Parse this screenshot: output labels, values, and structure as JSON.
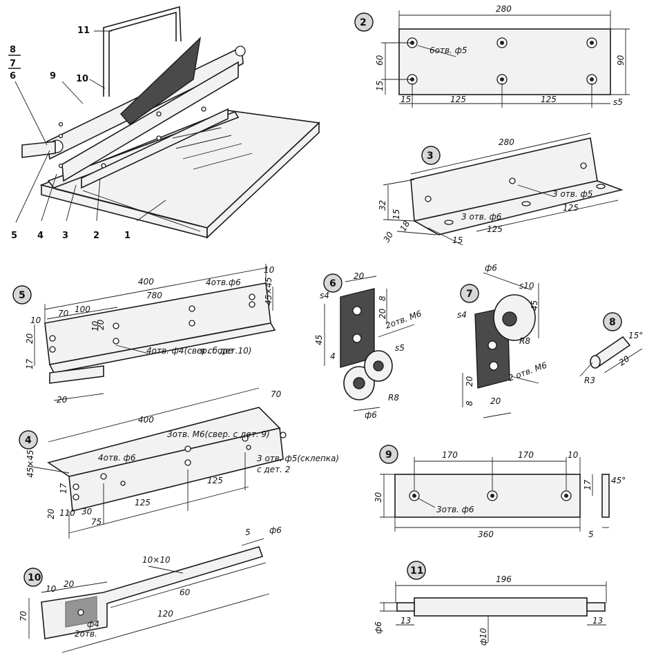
{
  "assembly": {
    "callouts": [
      "1",
      "2",
      "3",
      "4",
      "5",
      "6",
      "7",
      "8",
      "9",
      "10",
      "11"
    ]
  },
  "parts": {
    "p2": {
      "num": "2",
      "dims": {
        "len": "280",
        "h": "90",
        "a": "60",
        "b": "15",
        "c": "15",
        "d1": "125",
        "d2": "125"
      },
      "note": "6отв. ф5",
      "thick": "s5"
    },
    "p3": {
      "num": "3",
      "dims": {
        "len": "280",
        "h": "32",
        "w": "30",
        "e": "15",
        "f": "18",
        "g": "15",
        "d1": "125",
        "d2": "125"
      },
      "note1": "3 отв. ф5",
      "note2": "3 отв. ф6"
    },
    "p5": {
      "num": "5",
      "dims": {
        "len": "400",
        "d780": "780",
        "d70": "70",
        "d100": "100",
        "d10a": "10",
        "d10b": "10",
        "d20a": "20",
        "d20b": "20",
        "d17": "17",
        "d20c": "20",
        "d45": "45×45",
        "d10c": "10"
      },
      "note1": "4отв.ф6",
      "note2": "4отв. ф4(свер. с дет.10)",
      "note3": "в сборе"
    },
    "p4": {
      "num": "4",
      "dims": {
        "len": "400",
        "d70": "70",
        "d45": "45×45",
        "d17": "17",
        "d20": "20",
        "d110": "110",
        "d30": "30",
        "d75": "75",
        "d125a": "125",
        "d125b": "125"
      },
      "note1": "4отв. ф6",
      "note2": "3отв. М6(свер. с дет. 9)",
      "note3": "3 отв. ф5(склепка)",
      "note4": "с дет. 2"
    },
    "p6": {
      "num": "6",
      "dims": {
        "d20a": "20",
        "s4": "s4",
        "d8": "8",
        "d20b": "20",
        "d45": "45",
        "d4": "4",
        "s5": "s5",
        "r8": "R8",
        "phi6": "ф6"
      },
      "note": "2отв. М6"
    },
    "p7": {
      "num": "7",
      "dims": {
        "phi6": "ф6",
        "s10": "s10",
        "s4": "s4",
        "d45": "45",
        "r8": "R8",
        "d20a": "20",
        "d8": "8",
        "d20b": "20"
      },
      "note": "2 отв. М6"
    },
    "p8": {
      "num": "8",
      "dims": {
        "d20": "20",
        "r3": "R3",
        "a15": "15°"
      }
    },
    "p9": {
      "num": "9",
      "dims": {
        "d170a": "170",
        "d170b": "170",
        "d10": "10",
        "d30": "30",
        "d17": "17",
        "d360": "360",
        "d5": "5",
        "a45": "45°"
      },
      "note": "3отв. ф6"
    },
    "p10": {
      "num": "10",
      "dims": {
        "sec": "10×10",
        "d5": "5",
        "phi6": "ф6",
        "d10": "10",
        "d20": "20",
        "d60": "60",
        "d120": "120",
        "d70": "70",
        "phi4": "ф4"
      },
      "note": "2отв."
    },
    "p11": {
      "num": "11",
      "dims": {
        "len": "196",
        "phi6": "ф6",
        "phi10": "ф10",
        "d13a": "13",
        "d13b": "13"
      }
    }
  }
}
